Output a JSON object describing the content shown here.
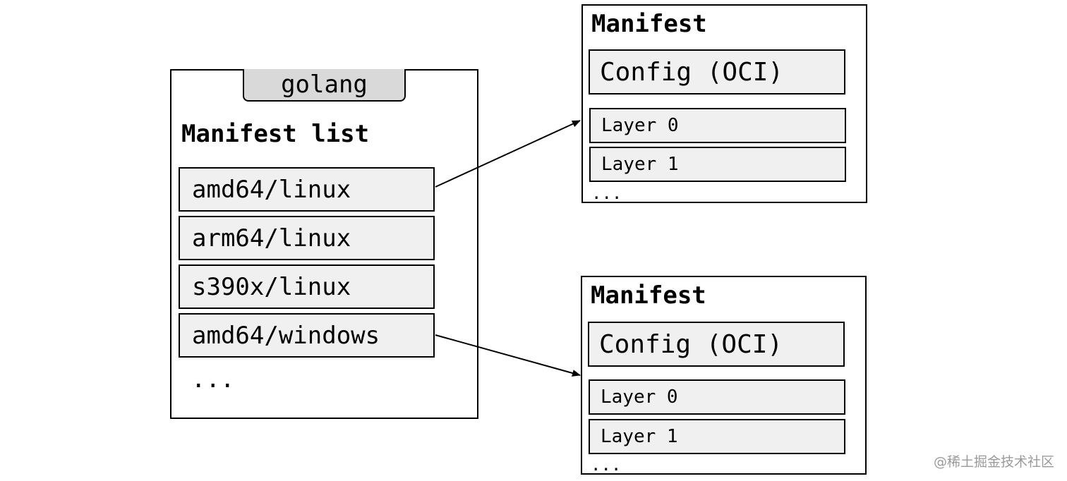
{
  "manifest_list": {
    "tag": "golang",
    "title": "Manifest list",
    "platforms": [
      "amd64/linux",
      "arm64/linux",
      "s390x/linux",
      "amd64/windows"
    ],
    "more": "..."
  },
  "manifests": [
    {
      "title": "Manifest",
      "config": "Config (OCI)",
      "layers": [
        "Layer 0",
        "Layer 1"
      ],
      "more": "..."
    },
    {
      "title": "Manifest",
      "config": "Config (OCI)",
      "layers": [
        "Layer 0",
        "Layer 1"
      ],
      "more": "..."
    }
  ],
  "arrows": [
    {
      "from": "amd64/linux",
      "to": "Manifest 1"
    },
    {
      "from": "amd64/windows",
      "to": "Manifest 2"
    }
  ],
  "watermark": "@稀土掘金技术社区"
}
